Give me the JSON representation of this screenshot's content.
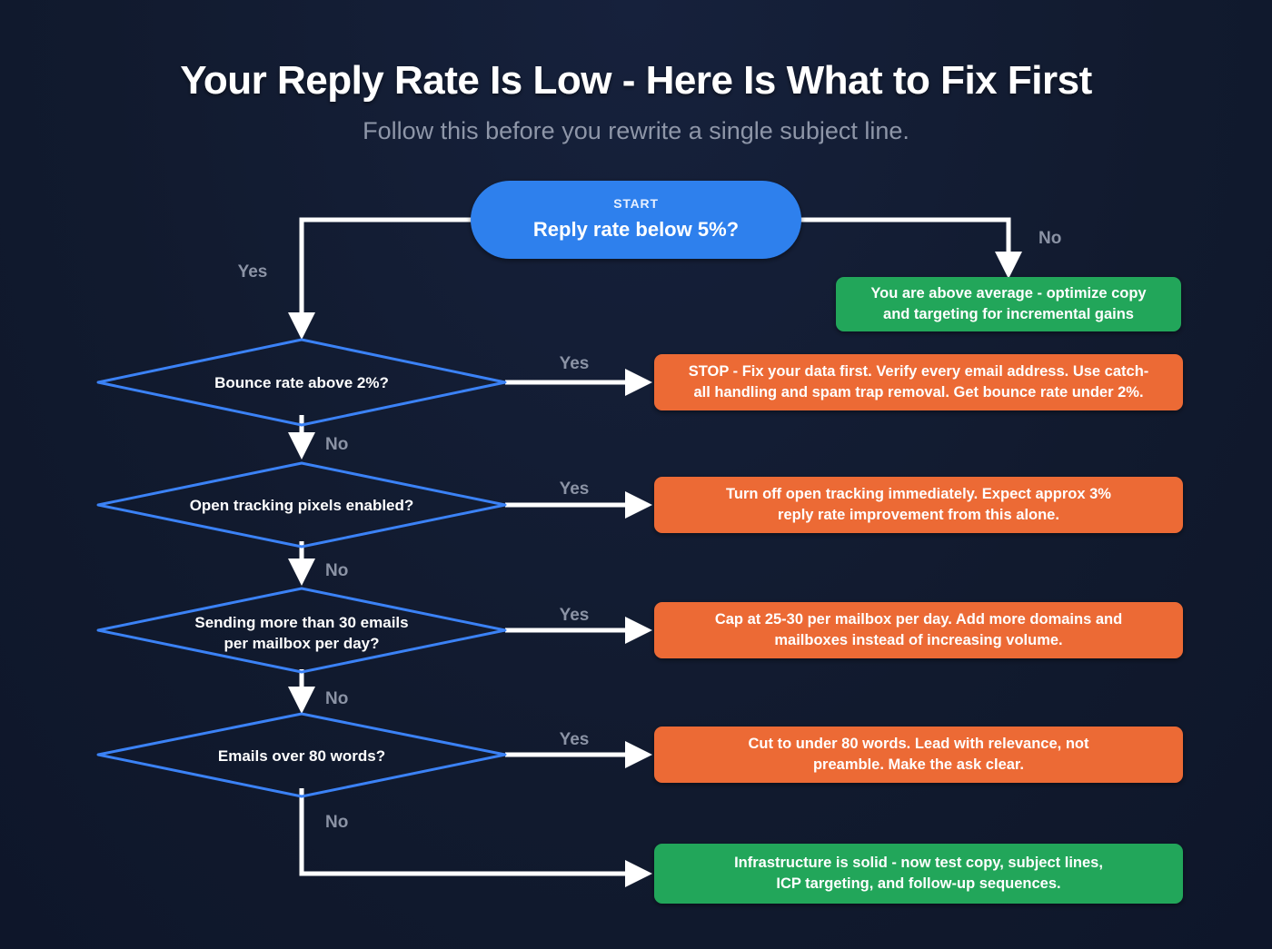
{
  "header": {
    "title": "Your Reply Rate Is Low - Here Is What to Fix First",
    "subtitle": "Follow this before you rewrite a single subject line."
  },
  "colors": {
    "background": "#111a2e",
    "start_node": "#2f80ed",
    "decision_stroke": "#3b82f6",
    "action_orange": "#ec6b36",
    "action_green": "#22a65a",
    "connector": "#ffffff",
    "branch_label": "#8b93a5",
    "title": "#ffffff",
    "subtitle": "#8e96a8"
  },
  "flowchart": {
    "type": "decision-flowchart",
    "start": {
      "kicker": "START",
      "label": "Reply rate below 5%?",
      "shape": "pill",
      "yes_branch": "Yes",
      "no_branch": "No"
    },
    "labels": {
      "yes": "Yes",
      "no": "No"
    },
    "steps": [
      {
        "id": "bounce-rate",
        "question": "Bounce rate above 2%?",
        "question_lines": [
          "Bounce rate above 2%?"
        ],
        "yes_label": "Yes",
        "no_label": "No",
        "outcome_tone": "warning",
        "outcome_lines": [
          "STOP - Fix your data first. Verify every email address. Use catch-",
          "all handling and spam trap removal. Get bounce rate under 2%."
        ]
      },
      {
        "id": "open-tracking",
        "question": "Open tracking pixels enabled?",
        "question_lines": [
          "Open tracking pixels enabled?"
        ],
        "yes_label": "Yes",
        "no_label": "No",
        "outcome_tone": "warning",
        "outcome_lines": [
          "Turn off open tracking immediately. Expect approx 3%",
          "reply rate improvement from this alone."
        ]
      },
      {
        "id": "sending-volume",
        "question": "Sending more than 30 emails per mailbox per day?",
        "question_lines": [
          "Sending more than 30 emails",
          "per mailbox per day?"
        ],
        "yes_label": "Yes",
        "no_label": "No",
        "outcome_tone": "warning",
        "outcome_lines": [
          "Cap at 25-30 per mailbox per day. Add more domains and",
          "mailboxes instead of increasing volume."
        ]
      },
      {
        "id": "email-length",
        "question": "Emails over 80 words?",
        "question_lines": [
          "Emails over 80 words?"
        ],
        "yes_label": "Yes",
        "no_label": "No",
        "outcome_tone": "warning",
        "outcome_lines": [
          "Cut to under 80 words. Lead with relevance, not",
          "preamble. Make the ask clear."
        ]
      }
    ],
    "start_no_outcome": {
      "id": "above-average",
      "tone": "success",
      "lines": [
        "You are above average - optimize copy",
        "and targeting for incremental gains"
      ]
    },
    "final_outcome": {
      "id": "infrastructure-solid",
      "tone": "success",
      "lines": [
        "Infrastructure is solid - now test copy, subject lines,",
        "ICP targeting, and follow-up sequences."
      ]
    }
  }
}
